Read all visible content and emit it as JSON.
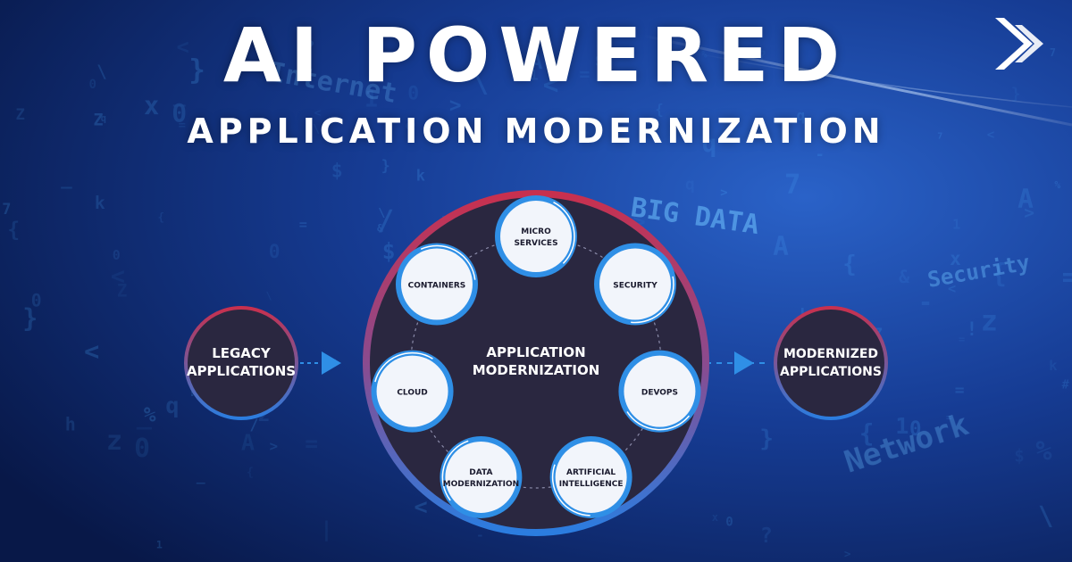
{
  "title": "AI POWERED",
  "subtitle": "APPLICATION MODERNIZATION",
  "colors": {
    "background_dark": "#081848",
    "background_light": "#1d4fb0",
    "ring_red": "#c8304e",
    "ring_blue": "#2b7de0",
    "hub_fill": "#2a2740",
    "node_fill": "#f2f5fb",
    "node_ring": "#2f8fe6",
    "arrow": "#2f8fe6",
    "text_light": "#ffffff",
    "text_dark": "#1a1a2e"
  },
  "diagram": {
    "input": {
      "line1": "LEGACY",
      "line2": "APPLICATIONS"
    },
    "center": {
      "line1": "APPLICATION",
      "line2": "MODERNIZATION"
    },
    "output": {
      "line1": "MODERNIZED",
      "line2": "APPLICATIONS"
    },
    "nodes": [
      {
        "line1": "MICRO",
        "line2": "SERVICES"
      },
      {
        "line1": "SECURITY",
        "line2": ""
      },
      {
        "line1": "DEVOPS",
        "line2": ""
      },
      {
        "line1": "ARTIFICIAL",
        "line2": "INTELLIGENCE"
      },
      {
        "line1": "DATA",
        "line2": "MODERNIZATION"
      },
      {
        "line1": "CLOUD",
        "line2": ""
      },
      {
        "line1": "CONTAINERS",
        "line2": ""
      }
    ]
  },
  "background_text": [
    "BIG DATA",
    "Security",
    "Network",
    "Internet"
  ],
  "logo_icon": "double-chevron-right-icon"
}
